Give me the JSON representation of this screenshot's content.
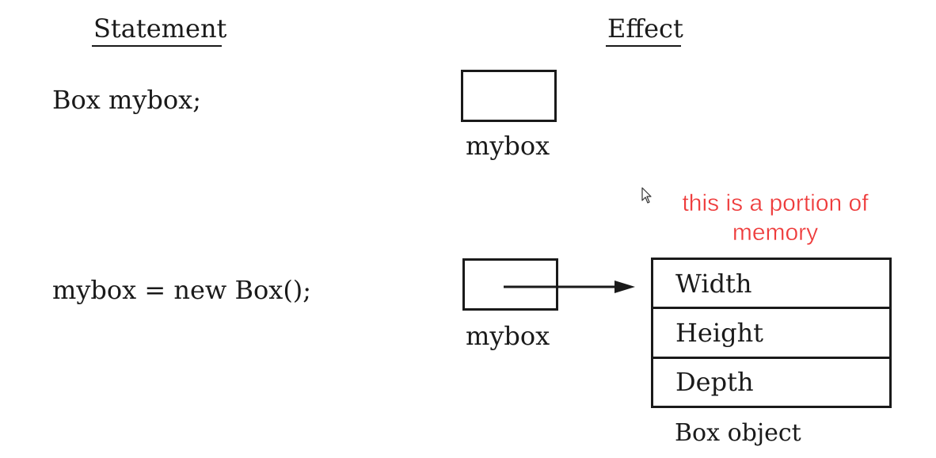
{
  "headers": {
    "statement": "Statement",
    "effect": "Effect"
  },
  "rows": [
    {
      "statement": "Box mybox;",
      "variable_label": "mybox"
    },
    {
      "statement": "mybox = new Box();",
      "variable_label": "mybox"
    }
  ],
  "object": {
    "fields": [
      "Width",
      "Height",
      "Depth"
    ],
    "caption": "Box object"
  },
  "annotation": {
    "line1": "this is a portion of",
    "line2": "memory",
    "color": "#ee3b3b"
  },
  "icons": {
    "cursor": "mouse-pointer-icon",
    "arrow": "arrow-right-icon"
  }
}
